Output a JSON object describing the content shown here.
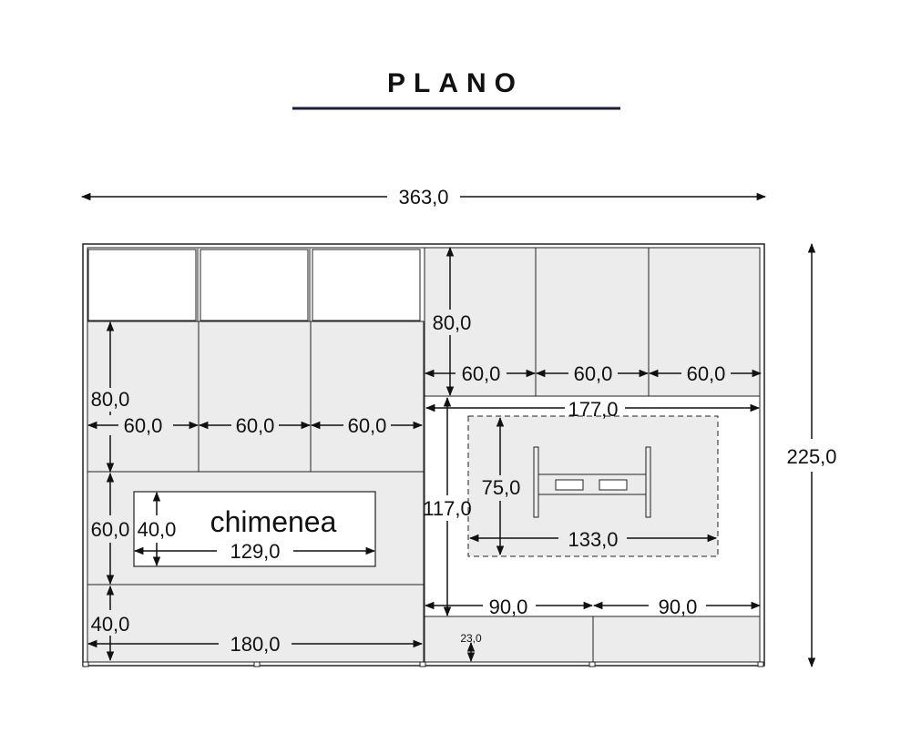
{
  "title": "PLANO",
  "colors": {
    "panel": "#ececec",
    "line": "#222222",
    "title_rule": "#1b1b3a"
  },
  "labels": {
    "fireplace": "chimenea"
  },
  "dimensions": {
    "overall_width": "363,0",
    "overall_height": "225,0",
    "left_upper_height": "80,0",
    "left_upper_w1": "60,0",
    "left_upper_w2": "60,0",
    "left_upper_w3": "60,0",
    "left_fireplace_band_height": "60,0",
    "fireplace_height": "40,0",
    "fireplace_width": "129,0",
    "left_base_height": "40,0",
    "left_base_width": "180,0",
    "right_upper_height": "80,0",
    "right_upper_w1": "60,0",
    "right_upper_w2": "60,0",
    "right_upper_w3": "60,0",
    "tv_wall_width": "177,0",
    "tv_wall_height": "117,0",
    "tv_panel_height": "75,0",
    "tv_panel_width": "133,0",
    "drawer_w1": "90,0",
    "drawer_w2": "90,0",
    "plinth_height": "23,0"
  }
}
